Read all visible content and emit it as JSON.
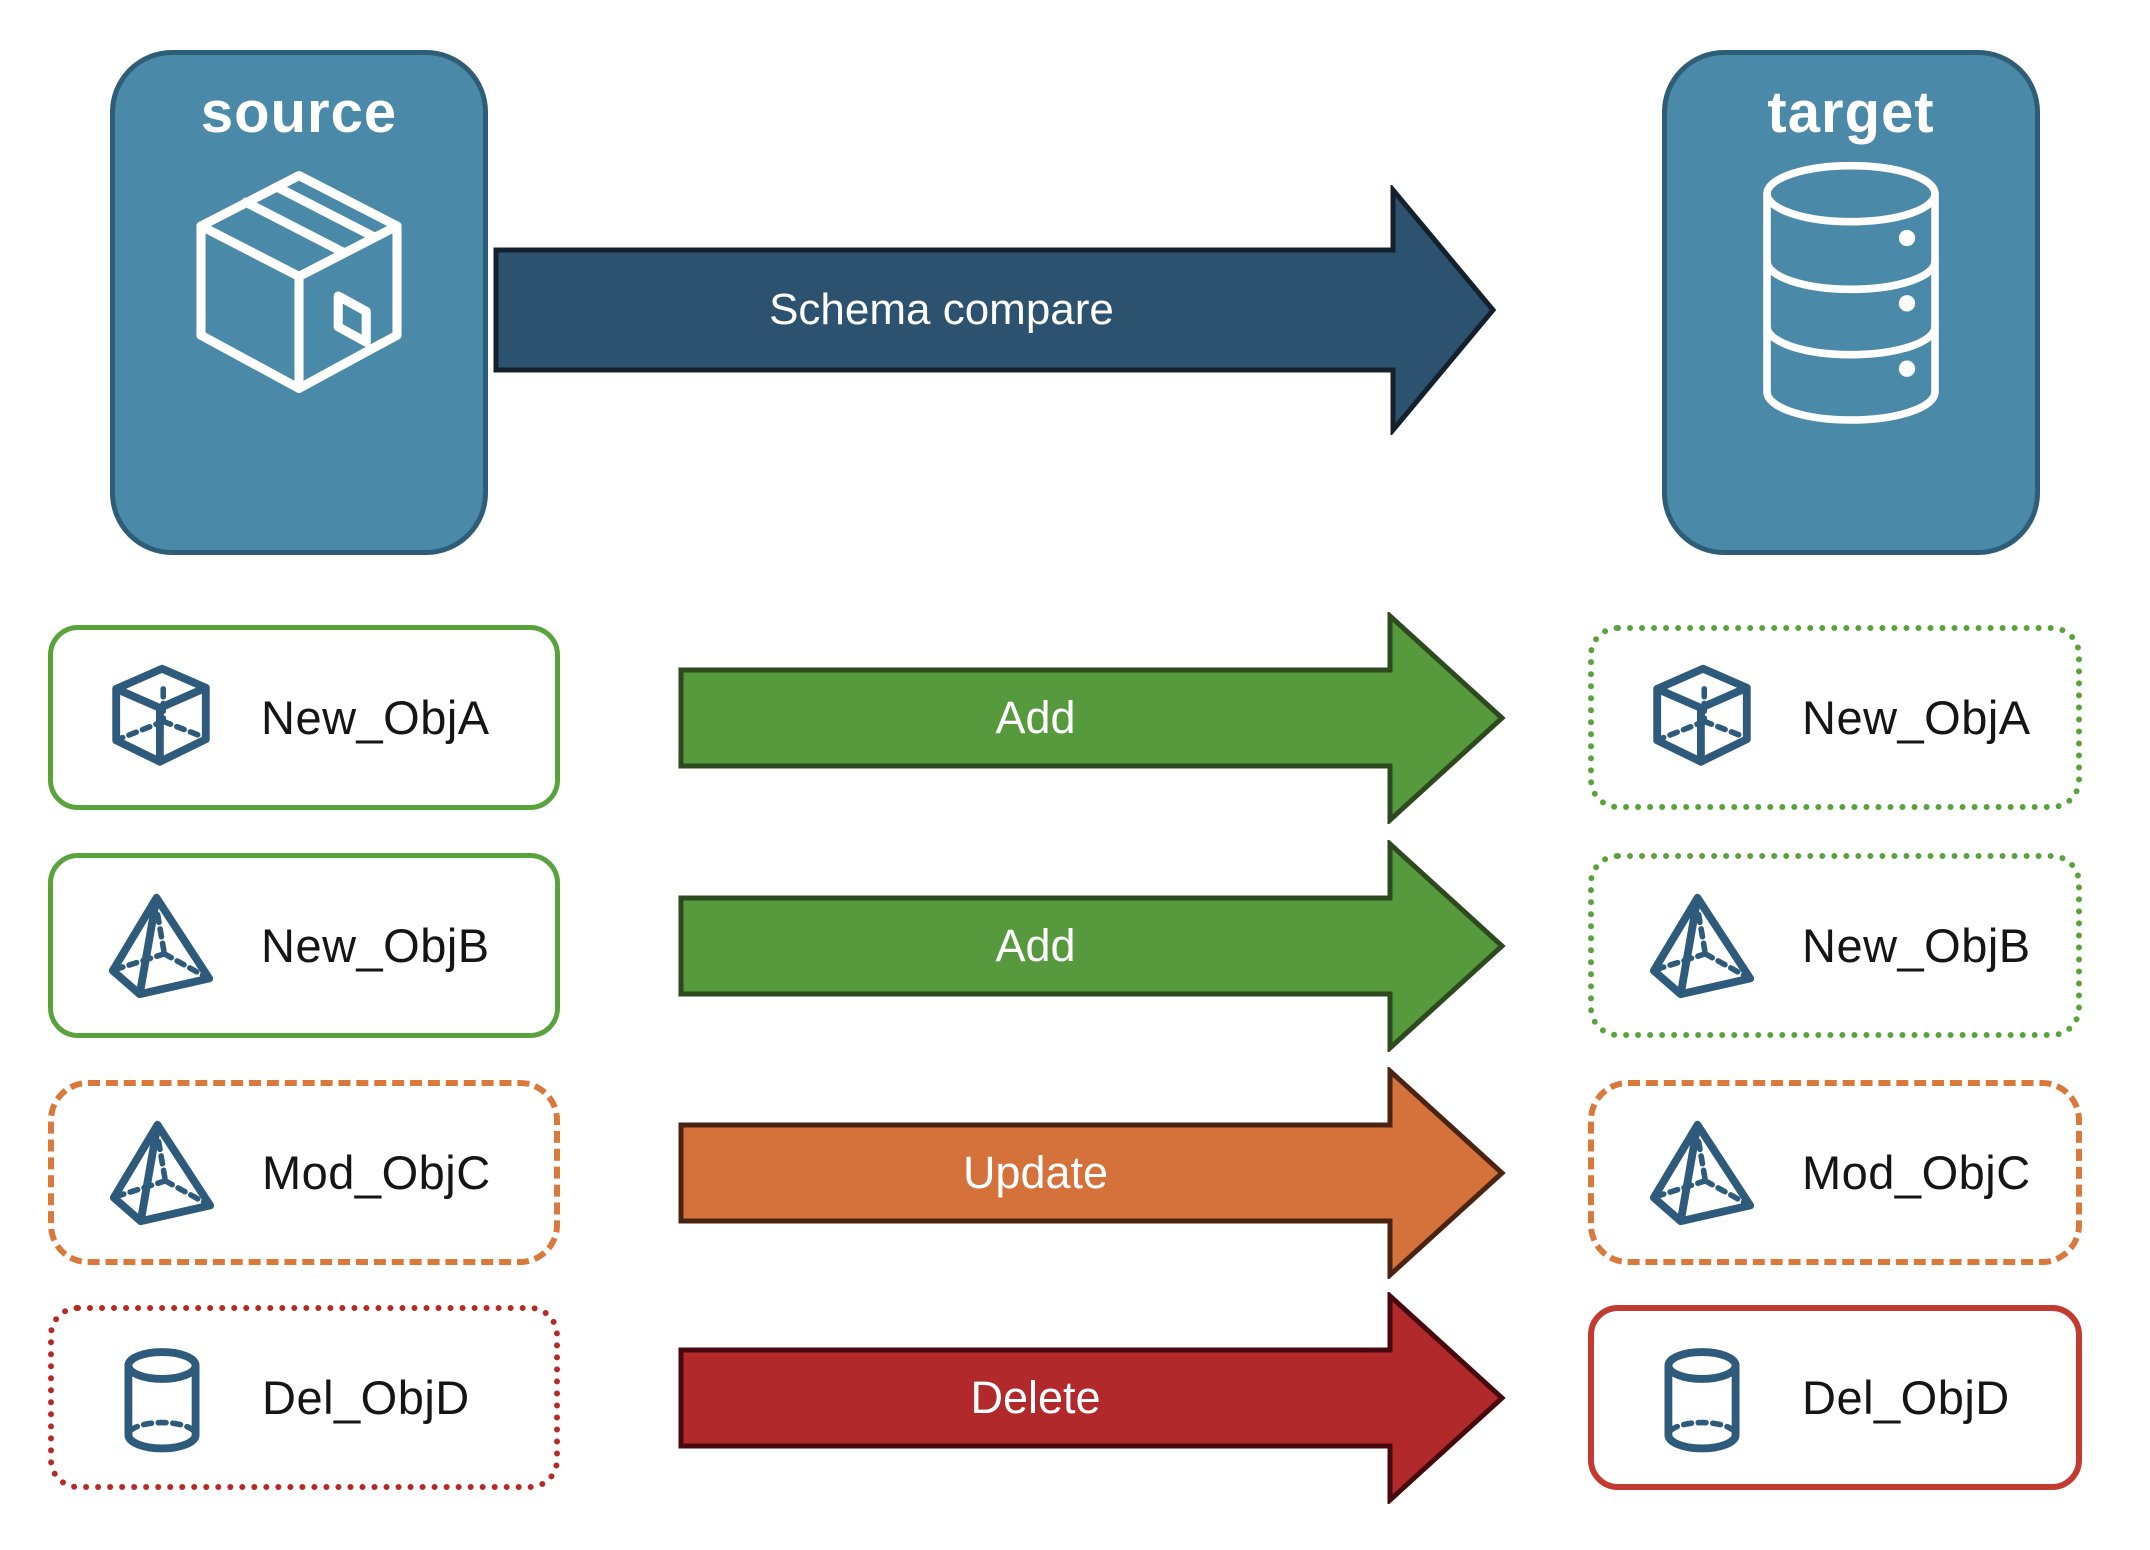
{
  "header": {
    "source_label": "source",
    "target_label": "target",
    "source_icon": "package-icon",
    "target_icon": "database-icon",
    "schema_arrow_label": "Schema compare"
  },
  "rows": [
    {
      "name": "New_ObjA",
      "action": "Add",
      "icon": "cube-icon",
      "source_border": "solid-green",
      "target_border": "dotted-green"
    },
    {
      "name": "New_ObjB",
      "action": "Add",
      "icon": "pyramid-icon",
      "source_border": "solid-green",
      "target_border": "dotted-green"
    },
    {
      "name": "Mod_ObjC",
      "action": "Update",
      "icon": "pyramid-icon",
      "source_border": "dashed-orange",
      "target_border": "dashed-orange"
    },
    {
      "name": "Del_ObjD",
      "action": "Delete",
      "icon": "cylinder-icon",
      "source_border": "dotted-red",
      "target_border": "solid-red"
    }
  ],
  "colors": {
    "node_blue": "#4A89A8",
    "node_blue_border": "#2E5E77",
    "schema_arrow": "#2C5270",
    "schema_arrow_border": "#14212C",
    "add_green": "#579A3D",
    "add_green_border": "#2D4A1E",
    "update_orange": "#D5713A",
    "update_orange_border": "#4A2413",
    "delete_red": "#B2292B",
    "delete_red_border": "#45090E",
    "green_outline": "#5AA33C",
    "orange_outline": "#D9793C",
    "red_dotted_outline": "#B52A25",
    "red_solid_outline": "#C23B30",
    "icon_stroke": "#2E5B7C"
  }
}
